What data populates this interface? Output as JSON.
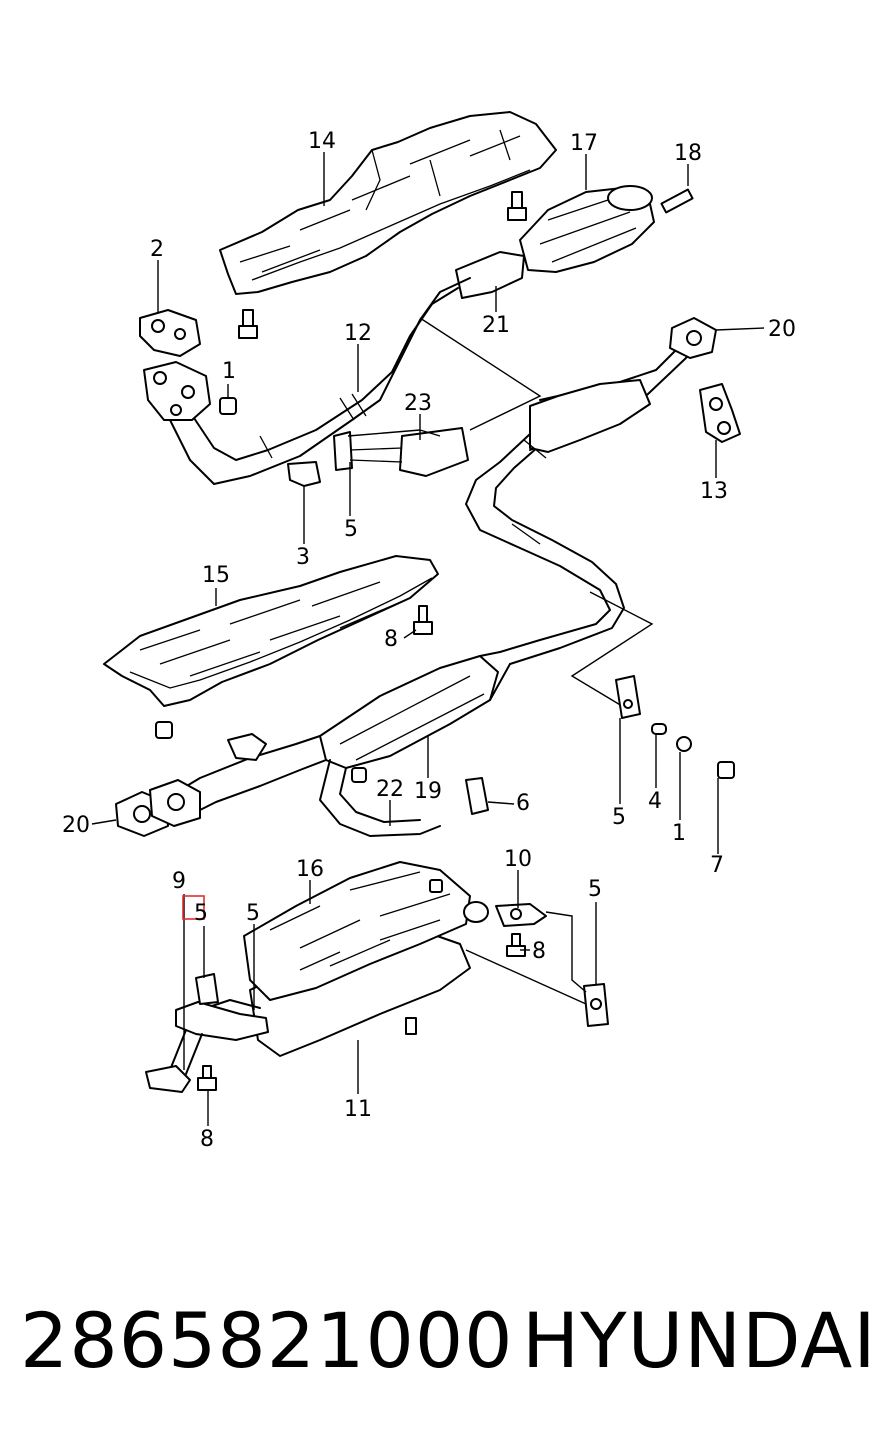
{
  "diagram": {
    "callouts": [
      {
        "id": "c14",
        "text": "14"
      },
      {
        "id": "c17",
        "text": "17"
      },
      {
        "id": "c18",
        "text": "18"
      },
      {
        "id": "c2",
        "text": "2"
      },
      {
        "id": "c12",
        "text": "12"
      },
      {
        "id": "c21",
        "text": "21"
      },
      {
        "id": "c20a",
        "text": "20"
      },
      {
        "id": "c1a",
        "text": "1"
      },
      {
        "id": "c23",
        "text": "23"
      },
      {
        "id": "c13",
        "text": "13"
      },
      {
        "id": "c5a",
        "text": "5"
      },
      {
        "id": "c3",
        "text": "3"
      },
      {
        "id": "c15",
        "text": "15"
      },
      {
        "id": "c8a",
        "text": "8"
      },
      {
        "id": "c20b",
        "text": "20"
      },
      {
        "id": "c22",
        "text": "22"
      },
      {
        "id": "c19",
        "text": "19"
      },
      {
        "id": "c6",
        "text": "6"
      },
      {
        "id": "c5b",
        "text": "5"
      },
      {
        "id": "c4",
        "text": "4"
      },
      {
        "id": "c1b",
        "text": "1"
      },
      {
        "id": "c7",
        "text": "7"
      },
      {
        "id": "c9",
        "text": "9"
      },
      {
        "id": "c5c",
        "text": "5"
      },
      {
        "id": "c5d",
        "text": "5"
      },
      {
        "id": "c16",
        "text": "16"
      },
      {
        "id": "c10",
        "text": "10"
      },
      {
        "id": "c5e",
        "text": "5"
      },
      {
        "id": "c8b",
        "text": "8"
      },
      {
        "id": "c11",
        "text": "11"
      },
      {
        "id": "c8c",
        "text": "8"
      }
    ],
    "highlight_color": "#e03030"
  },
  "footer": {
    "part_number": "2865821000",
    "brand": "HYUNDAI"
  }
}
